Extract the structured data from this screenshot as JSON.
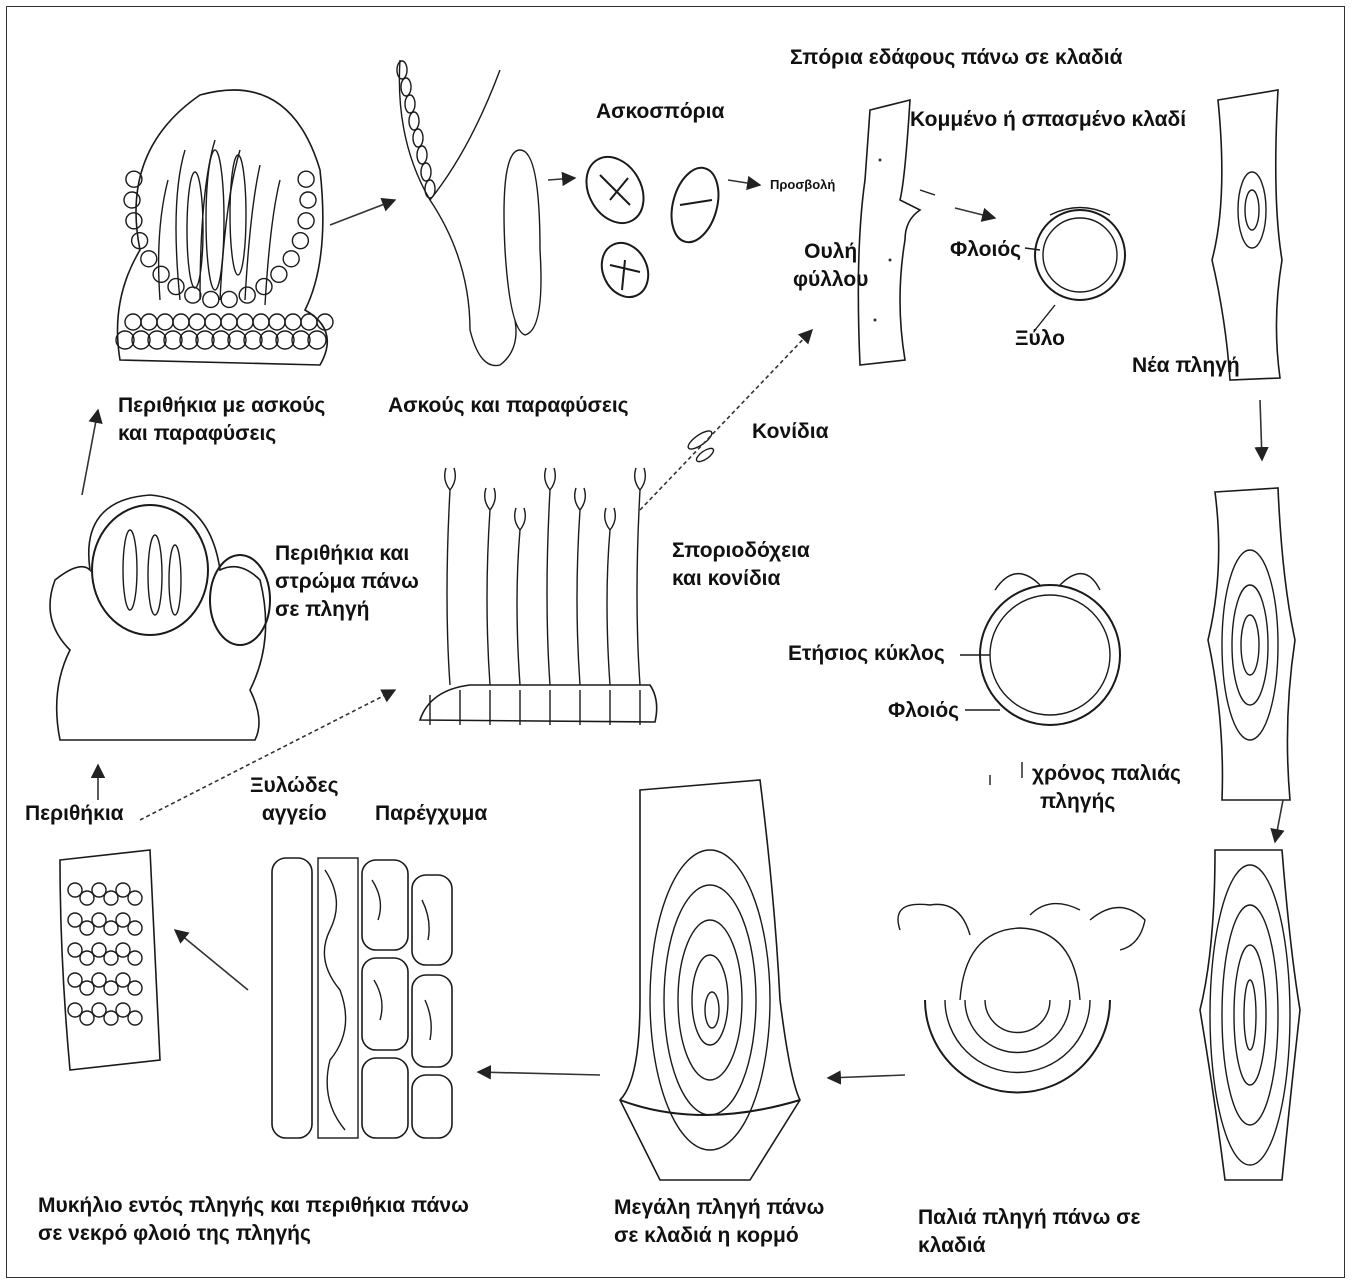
{
  "labels": {
    "perithecia_asci": [
      "Περιθήκια με ασκούς",
      "και παραφύσεις"
    ],
    "asci_paraphyses": "Ασκούς και παραφύσεις",
    "ascospores": "Ασκοσπόρια",
    "infection": "Προσβολή",
    "soil_spores": "Σπόρια εδάφους πάνω σε κλαδιά",
    "cut_branch": "Κομμένο ή σπασμένο κλαδί",
    "leaf_scar": [
      "Ουλή",
      "φύλλου"
    ],
    "bark_1": "Φλοιός",
    "wood": "Ξύλο",
    "new_canker": "Νέα πληγή",
    "conidia": "Κονίδια",
    "perithecia_stroma": [
      "Περιθήκια και",
      "στρώμα πάνω",
      "σε πληγή"
    ],
    "sporodochia": [
      "Σποριοδόχεια",
      "και κονίδια"
    ],
    "annual_ring": "Ετήσιος κύκλος",
    "bark_2": "Φλοιός",
    "old_canker_year": [
      "χρόνος παλιάς",
      "πληγής"
    ],
    "perithecia": "Περιθήκια",
    "xylem_vessel": [
      "Ξυλώδες",
      "αγγείο"
    ],
    "parenchyma": "Παρέγχυμα",
    "mycelium": [
      "Μυκήλιο εντός πληγής και περιθήκια πάνω",
      "σε νεκρό φλοιό της πληγής"
    ],
    "large_canker": [
      "Μεγάλη πληγή πάνω",
      "σε κλαδιά η κορμό"
    ],
    "old_canker": [
      "Παλιά πληγή πάνω σε",
      "κλαδιά"
    ]
  },
  "icons": [
    "perithecium-drawing",
    "ascus-drawing",
    "ascospore-drawing",
    "branch-drawing",
    "branch-cross-section-drawing",
    "canker-stem-drawing",
    "sporodochium-drawing",
    "mycelium-tissue-drawing",
    "bark-perithecia-drawing"
  ],
  "colors": {
    "line": "#1a1a1a",
    "background": "#ffffff"
  }
}
